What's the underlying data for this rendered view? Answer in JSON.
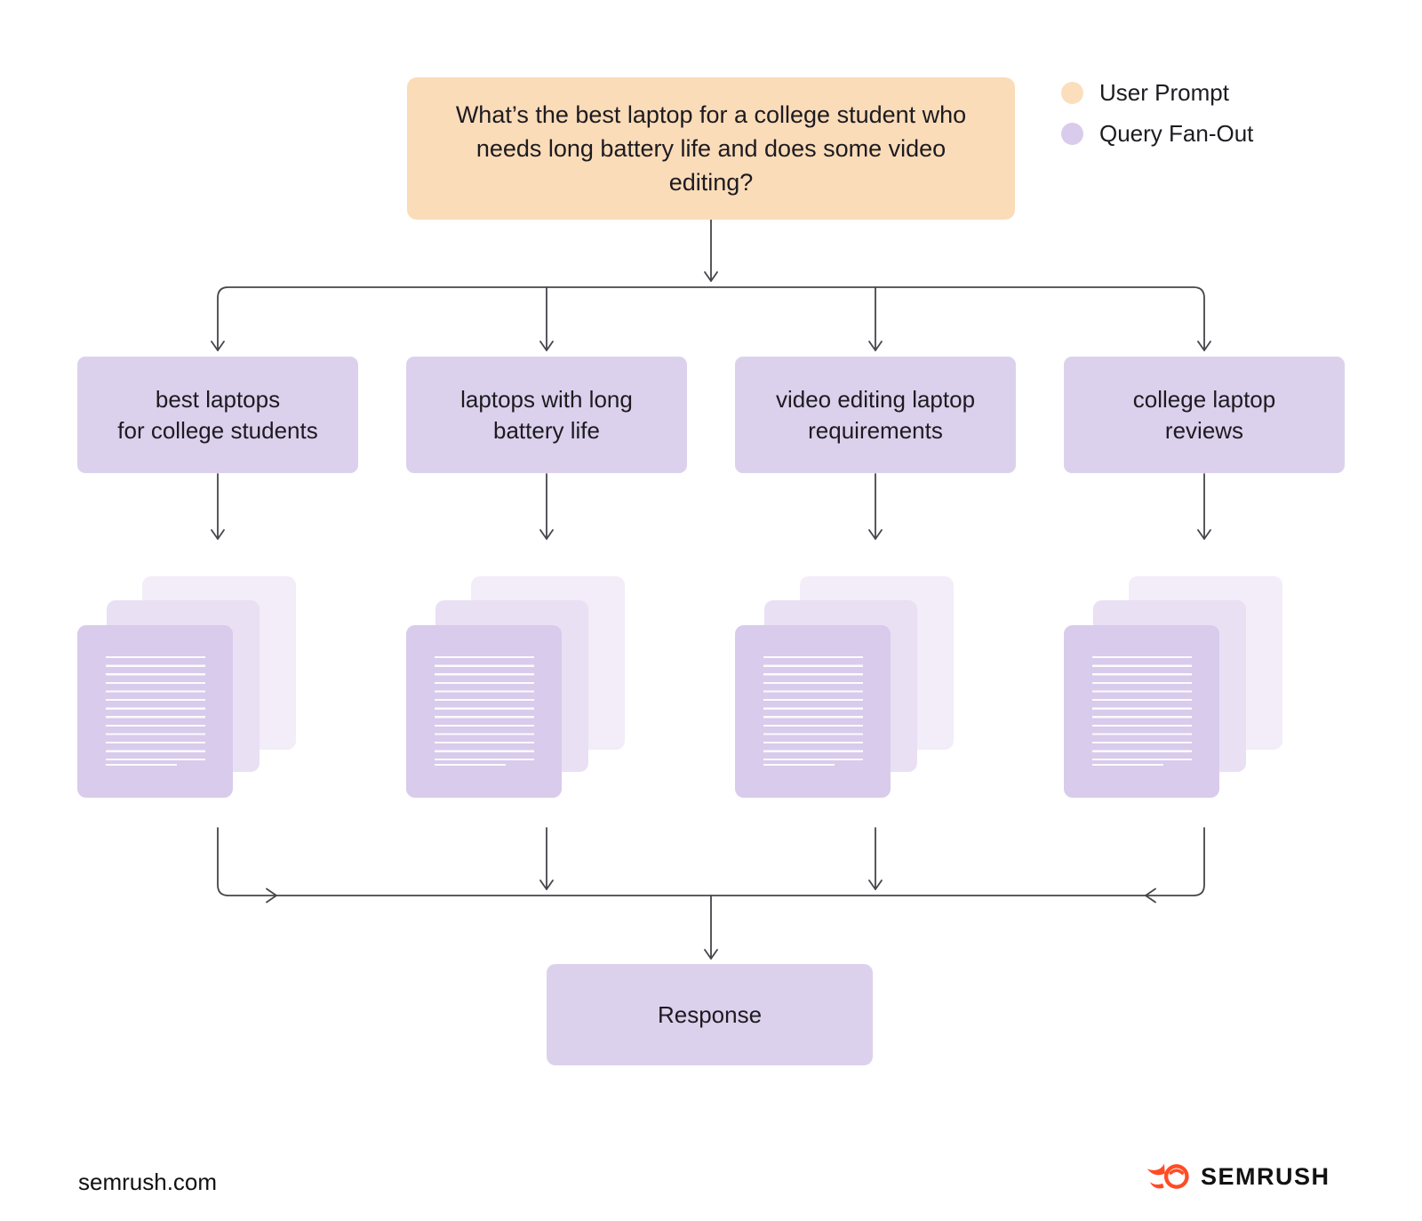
{
  "colors": {
    "user_prompt_fill": "#FADCB9",
    "query_fanout_fill": "#DCD1ED",
    "connector": "#45454b",
    "text": "#1d1b20",
    "brand_orange": "#FF4C25"
  },
  "legend": {
    "items": [
      {
        "label": "User Prompt",
        "color": "#FBDFBD"
      },
      {
        "label": "Query Fan-Out",
        "color": "#D9CBEC"
      }
    ]
  },
  "prompt": {
    "text": "What’s the best laptop for a college student who needs long battery life and does some video editing?"
  },
  "queries": [
    {
      "line1": "best laptops",
      "line2": "for college students"
    },
    {
      "line1": "laptops with long",
      "line2": "battery life"
    },
    {
      "line1": "video editing laptop",
      "line2": "requirements"
    },
    {
      "line1": "college laptop",
      "line2": "reviews"
    }
  ],
  "response": {
    "label": "Response"
  },
  "footer": {
    "site": "semrush.com",
    "brand": "SEMRUSH"
  }
}
